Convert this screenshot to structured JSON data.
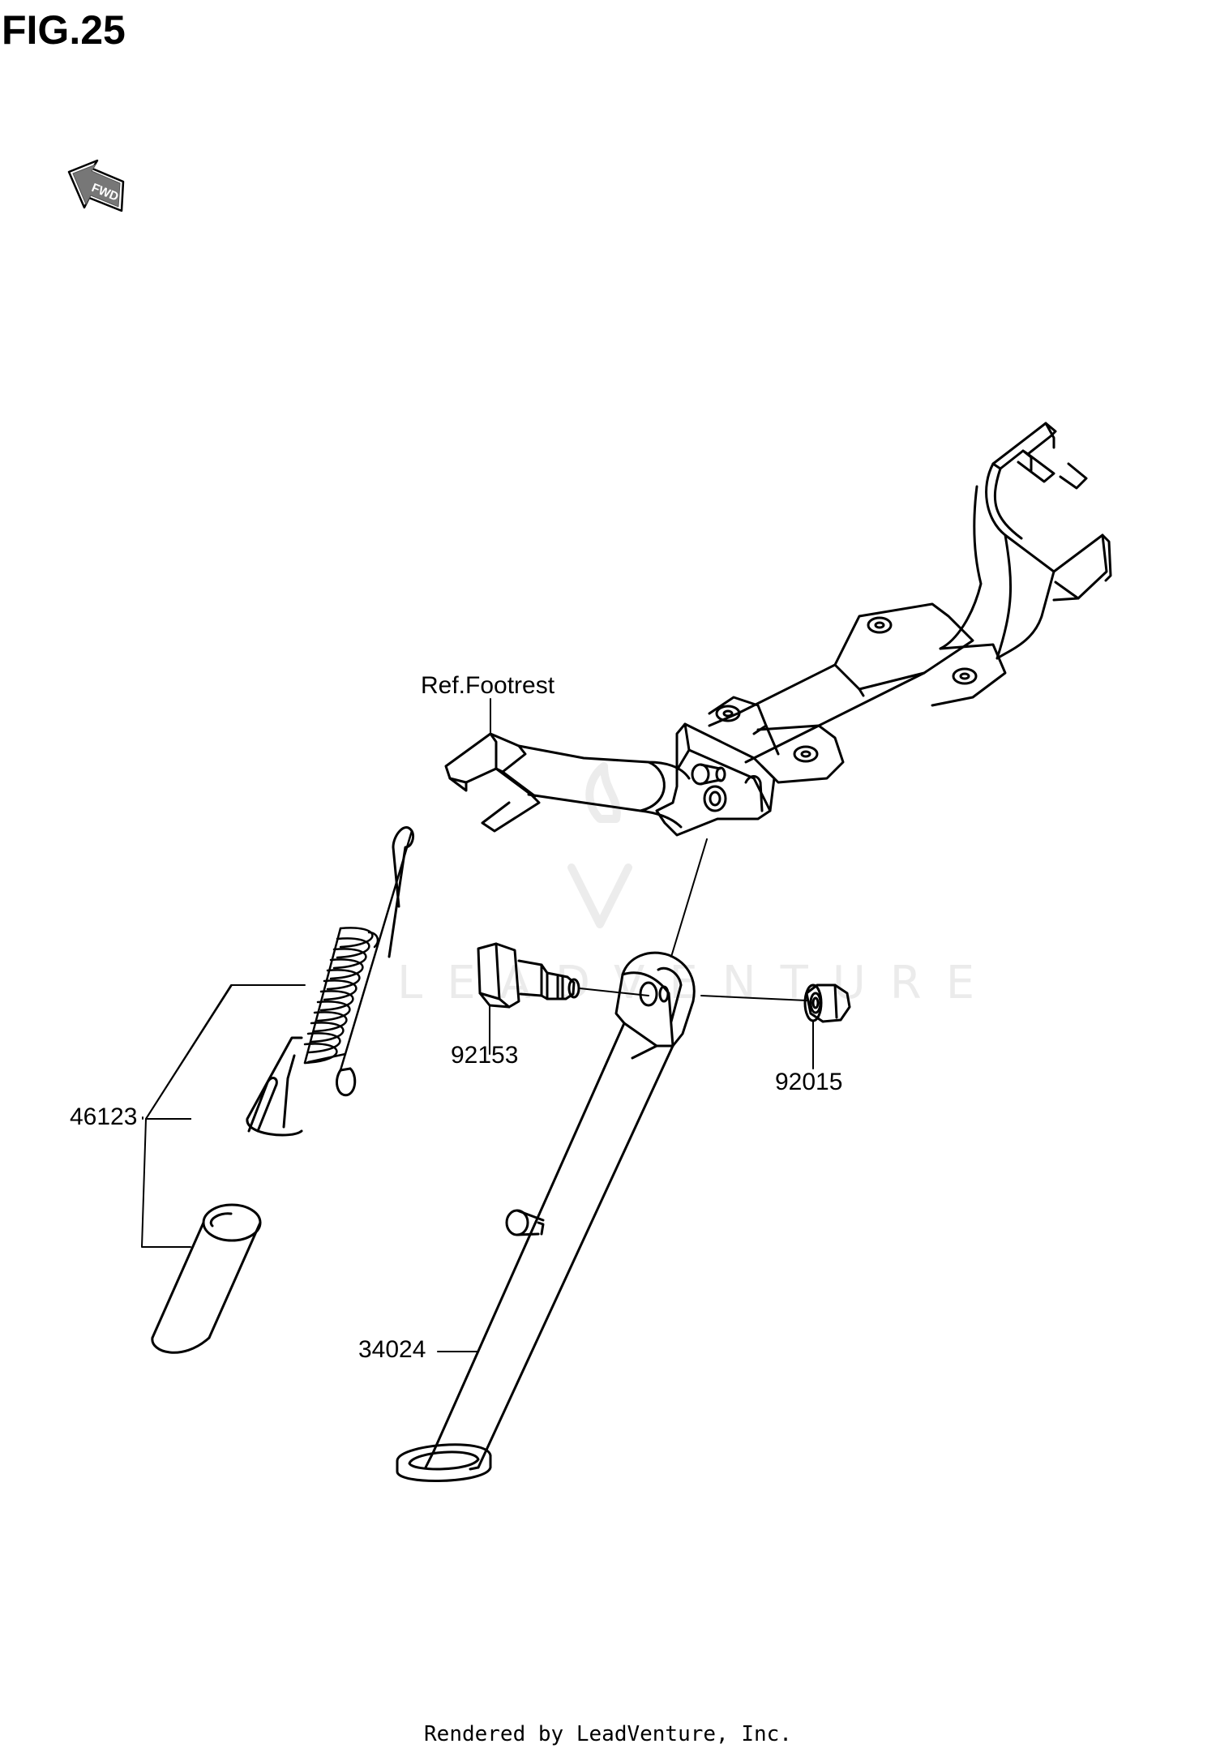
{
  "figure": {
    "title": "FIG.25"
  },
  "direction_marker": {
    "text": "FWD",
    "icon": "fwd-arrow-icon"
  },
  "callouts": {
    "ref_footrest": "Ref.Footrest",
    "spring": "46123",
    "bolt": "92153",
    "nut": "92015",
    "side_stand": "34024"
  },
  "watermark": {
    "text": "LEADVENTURE"
  },
  "footer": {
    "text": "Rendered by LeadVenture, Inc."
  },
  "colors": {
    "line": "#000000",
    "background": "#ffffff",
    "watermark": "#e9e9e9"
  }
}
